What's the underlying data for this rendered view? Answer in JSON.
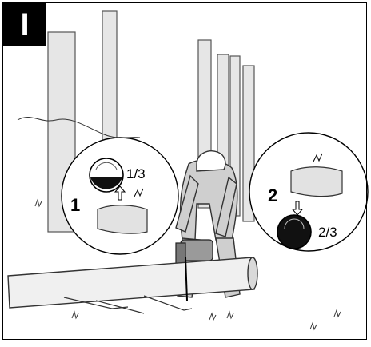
{
  "step_label": "I",
  "detail_left": {
    "number": "1",
    "fraction": "1/3"
  },
  "detail_right": {
    "number": "2",
    "fraction": "2/3"
  }
}
